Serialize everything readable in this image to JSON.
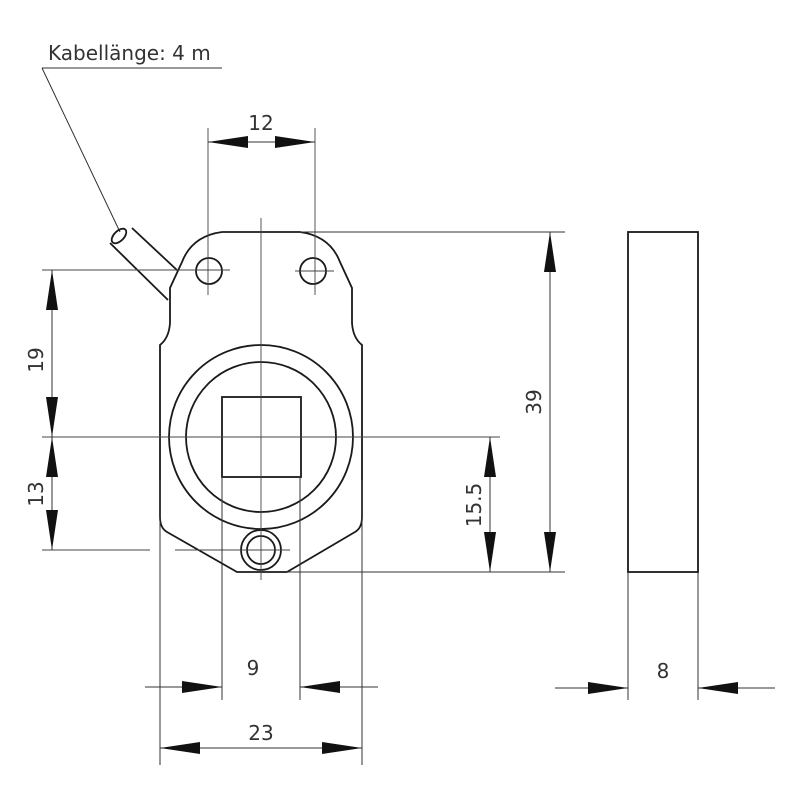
{
  "cable_note": "Kabellänge: 4 m",
  "dimensions": {
    "hole_spacing": "12",
    "upper_offset": "19",
    "lower_offset": "13",
    "total_height": "39",
    "lower_height": "15.5",
    "inner_width": "9",
    "total_width": "23",
    "depth": "8"
  }
}
